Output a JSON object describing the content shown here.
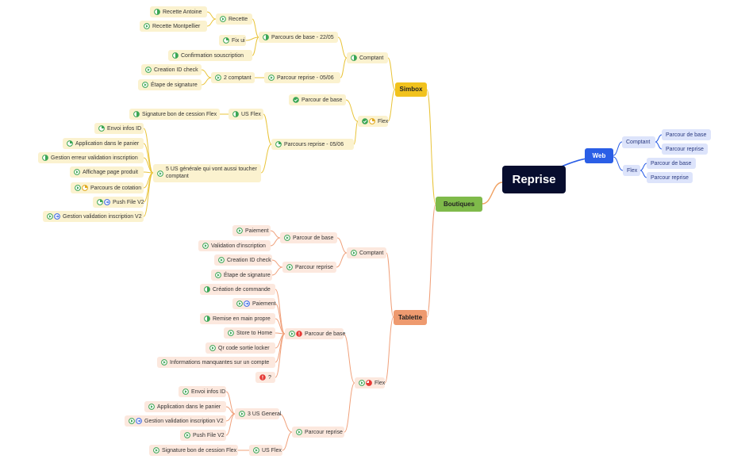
{
  "root": {
    "label": "Reprise"
  },
  "colors": {
    "yellow_line": "#e9c43a",
    "orange_line": "#f0a07a",
    "blue_line": "#2a5ee6",
    "green_line": "#7fba4a",
    "root_bg": "#070d2e"
  },
  "branches": {
    "boutiques": {
      "label": "Boutiques",
      "simbox": {
        "label": "Simbox",
        "comptant": {
          "label": "Comptant",
          "parcours_base": {
            "label": "Parcours de base - 22/05",
            "recette": {
              "label": "Recette",
              "items": [
                "Recette Antoine",
                "Recette Montpellier"
              ]
            },
            "fix_ui": "Fix ui",
            "confirmation": "Confirmation souscription"
          },
          "parcour_reprise": {
            "label": "Parcour reprise - 05/06",
            "deux_comptant": {
              "label": "2 comptant",
              "items": [
                "Creation ID check",
                "Étape de signature"
              ]
            }
          }
        },
        "flex": {
          "label": "Flex",
          "parcour_base": "Parcour de base",
          "parcours_reprise": {
            "label": "Parcours reprise - 05/06",
            "us_flex": {
              "label": "US Flex",
              "items": [
                "Signature bon de cession Flex"
              ]
            },
            "cinq_us": {
              "label": "5 US générale qui vont aussi toucher comptant",
              "items": [
                "Envoi infos ID",
                "Application dans le panier",
                "Gestion erreur validation inscription",
                "Affichage page produit",
                "Parcours de cotation",
                "Push File V2",
                "Gestion validation inscription V2"
              ]
            }
          }
        }
      },
      "tablette": {
        "label": "Tablette",
        "comptant": {
          "label": "Comptant",
          "parcour_base": {
            "label": "Parcour de base",
            "items": [
              "Paiement",
              "Validation d'inscription"
            ]
          },
          "parcour_reprise": {
            "label": "Parcour reprise",
            "items": [
              "Creation ID check",
              "Étape de signature"
            ]
          }
        },
        "flex": {
          "label": "Flex",
          "parcour_base": {
            "label": "Parcour de base",
            "items": [
              "Création de commande",
              "Paiement",
              "Remise en main propre",
              "Store to Home",
              "Qr code sortie locker",
              "Informations manquantes sur un compte",
              "?"
            ]
          },
          "parcour_reprise": {
            "label": "Parcour reprise",
            "trois_us": {
              "label": "3 US General",
              "items": [
                "Envoi infos ID",
                "Application dans le panier",
                "Gestion validation inscription V2",
                "Push File V2"
              ]
            },
            "us_flex": {
              "label": "US Flex",
              "items": [
                "Signature bon de cession Flex"
              ]
            }
          }
        }
      }
    },
    "web": {
      "label": "Web",
      "comptant": {
        "label": "Comptant",
        "items": [
          "Parcour de base",
          "Parcour reprise"
        ]
      },
      "flex": {
        "label": "Flex",
        "items": [
          "Parcour de base",
          "Parcour reprise"
        ]
      }
    }
  },
  "icons": {
    "half": "half-progress-icon",
    "quarter": "quarter-progress-icon",
    "three_quarter": "three-quarter-progress-icon",
    "start": "play-icon",
    "done": "check-icon",
    "blocked": "alert-icon",
    "review": "review-icon"
  }
}
